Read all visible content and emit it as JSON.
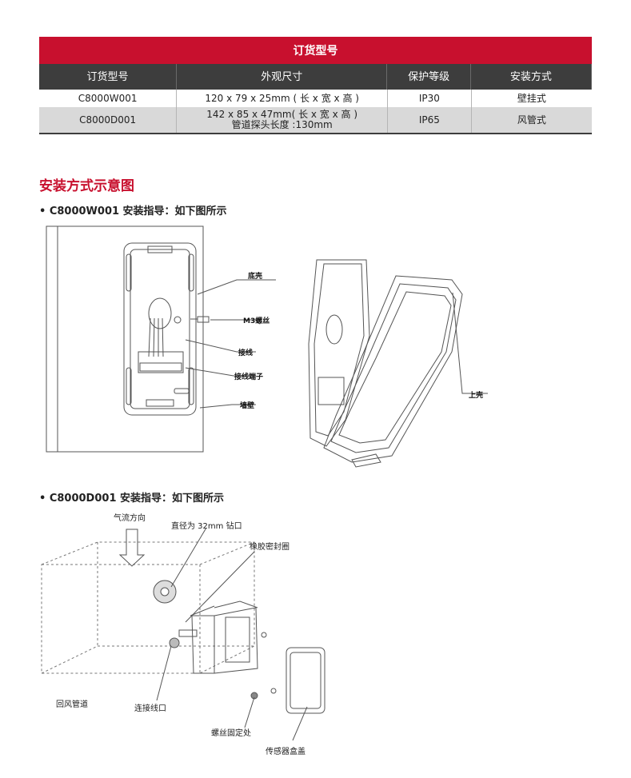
{
  "table": {
    "title": "订货型号",
    "headers": [
      "订货型号",
      "外观尺寸",
      "保护等级",
      "安装方式"
    ],
    "rows": [
      {
        "model": "C8000W001",
        "dim1": "120 x 79 x 25mm ( 长 x 宽 x 高 )",
        "dim2": "",
        "ip": "IP30",
        "mount": "壁挂式"
      },
      {
        "model": "C8000D001",
        "dim1": "142 x 85 x 47mm( 长 x 宽 x 高 )",
        "dim2": "管道探头长度 :130mm",
        "ip": "IP65",
        "mount": "风管式"
      }
    ]
  },
  "section_title": "安装方式示意图",
  "wall": {
    "heading": "• C8000W001 安装指导：如下图所示",
    "labels": {
      "base": "底壳",
      "screw": "M3螺丝",
      "wiring": "接线",
      "terminal": "接线端子",
      "wall": "墙壁",
      "cover": "上壳"
    }
  },
  "duct": {
    "heading": "• C8000D001 安装指导：如下图所示",
    "labels": {
      "airflow": "气流方向",
      "hole": "直径为 32mm 钻口",
      "gasket": "橡胶密封圈",
      "duct": "回风管道",
      "port": "连接线口",
      "screw": "螺丝固定处",
      "lid": "传感器盒盖"
    }
  }
}
